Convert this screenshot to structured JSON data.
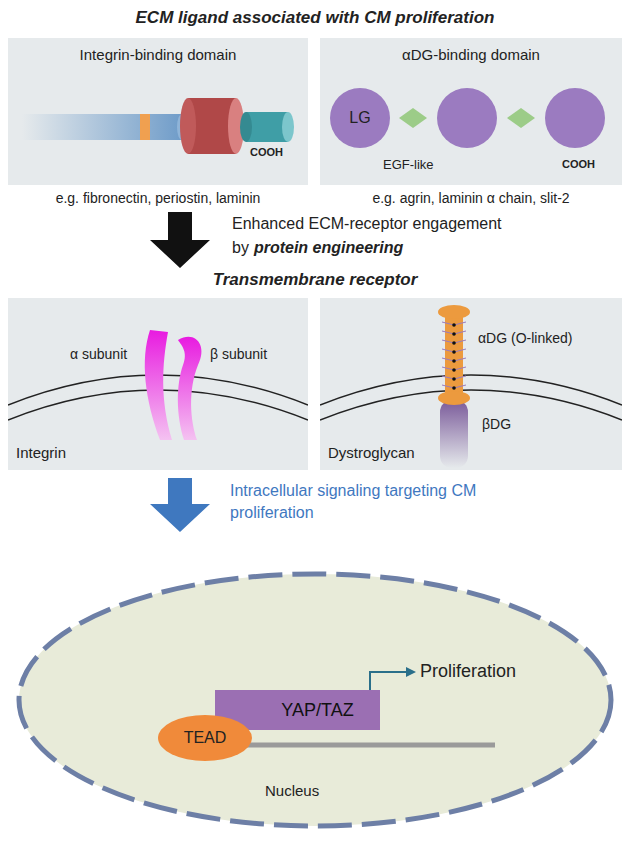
{
  "diagram": {
    "title": "ECM ligand associated with CM proliferation",
    "nodes": [
      {
        "text": [
          "Integrin-binding domain"
        ]
      },
      {
        "text": [
          "αDG-binding domain"
        ]
      },
      {
        "text": [
          "LG"
        ],
        "in": 1
      },
      {
        "text": [
          "Integrin"
        ]
      },
      {
        "text": [
          "Dystroglycan"
        ]
      },
      {
        "text": [
          "Nucleus"
        ]
      },
      {
        "text": [
          "TEAD"
        ],
        "in": 5
      },
      {
        "text": [
          "YAP/TAZ"
        ],
        "in": 5
      }
    ],
    "labels": [
      "COOH",
      "e.g. fibronectin, periostin, laminin",
      "EGF-like",
      "COOH",
      "e.g. agrin, laminin α chain, slit-2",
      "Enhanced ECM-receptor engagement by",
      "protein engineering",
      "Transmembrane receptor",
      "α subunit",
      "β subunit",
      "αDG (O-linked)",
      "βDG",
      "Intracellular signaling targeting CM proliferation",
      "Proliferation"
    ]
  }
}
